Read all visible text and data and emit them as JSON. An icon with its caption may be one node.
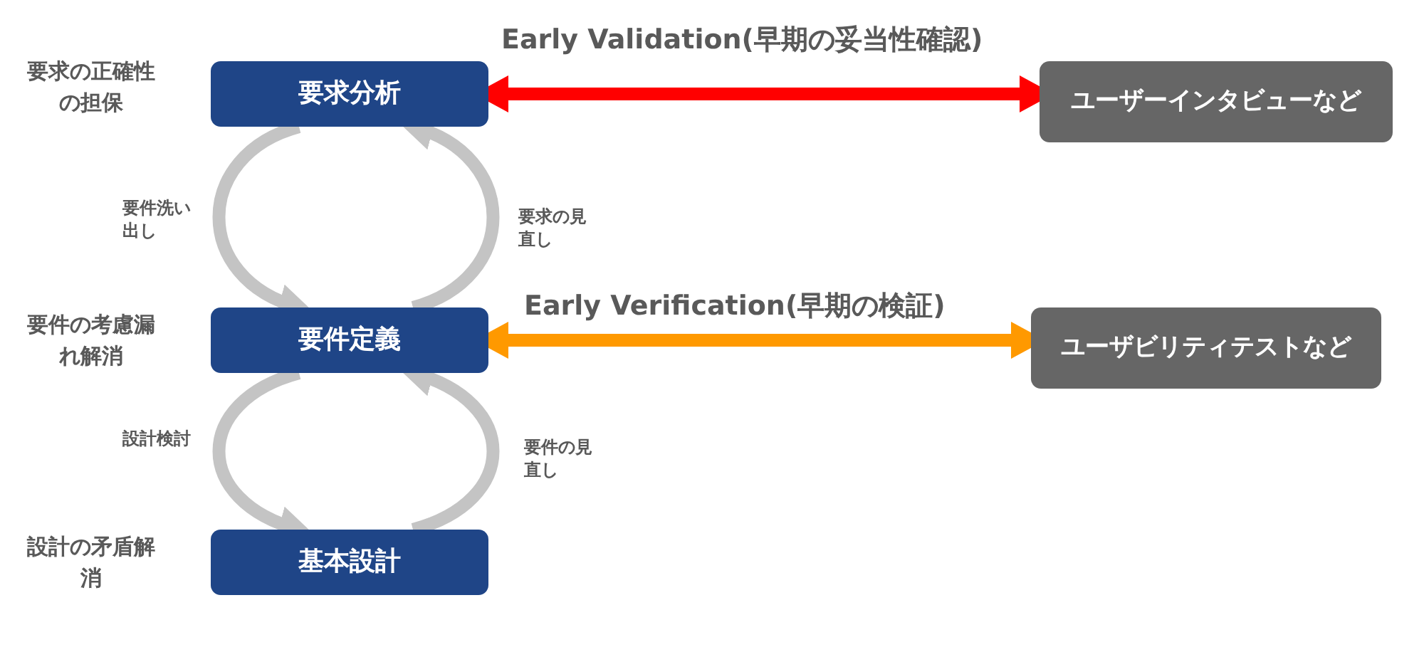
{
  "diagram": {
    "nodes": [
      {
        "text": [
          "要求分析"
        ],
        "beside": [
          "要求の正確性の担保"
        ]
      },
      {
        "text": [
          "ユーザーインタビューなど"
        ]
      },
      {
        "text": [
          "要件定義"
        ],
        "beside": [
          "要件の考慮漏れ解消"
        ]
      },
      {
        "text": [
          "ユーザビリティテストなど"
        ]
      },
      {
        "text": [
          "基本設計"
        ],
        "beside": [
          "設計の矛盾解消"
        ]
      }
    ],
    "edges": [
      {
        "from": 0,
        "to": 1,
        "arrow": "both",
        "label": "Early Validation(早期の妥当性確認)",
        "color": "#ff0000"
      },
      {
        "from": 0,
        "to": 2,
        "arrow": "to",
        "label": "要件洗い出し"
      },
      {
        "from": 2,
        "to": 0,
        "arrow": "to",
        "label": "要求の見直し"
      },
      {
        "from": 2,
        "to": 3,
        "arrow": "both",
        "label": "Early Verification(早期の検証)",
        "color": "#ff9900"
      },
      {
        "from": 2,
        "to": 4,
        "arrow": "to",
        "label": "設計検討"
      },
      {
        "from": 4,
        "to": 2,
        "arrow": "to",
        "label": "要件の見直し"
      }
    ]
  }
}
